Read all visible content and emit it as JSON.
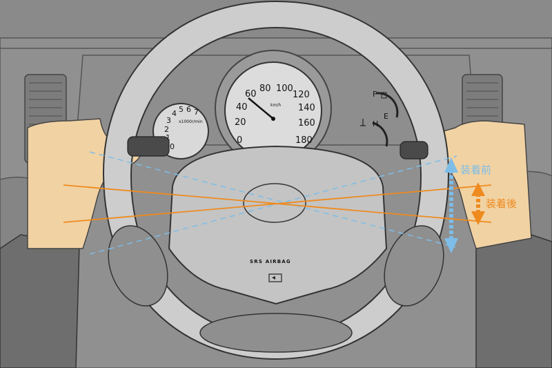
{
  "labels": {
    "before": "装着前",
    "after": "装着後"
  },
  "speedometer": {
    "unit": "km/h",
    "ticks": [
      "0",
      "20",
      "40",
      "60",
      "80",
      "100",
      "120",
      "140",
      "160",
      "180"
    ]
  },
  "tachometer": {
    "unit": "x1000r/min",
    "ticks": [
      "0",
      "1",
      "2",
      "3",
      "4",
      "5",
      "6",
      "7"
    ]
  },
  "fuel_gauge": {
    "full": "F",
    "empty": "E"
  },
  "temp_gauge": {
    "hot": "H"
  },
  "airbag": {
    "text": "SRS AIRBAG",
    "horn_icon": "horn-icon"
  },
  "colors": {
    "before_lines": "#7dbde8",
    "after_lines": "#ee8a1e",
    "skin": "#f1d2a3",
    "wheel": "#c9c9c9",
    "dash": "#8c8c8c"
  }
}
